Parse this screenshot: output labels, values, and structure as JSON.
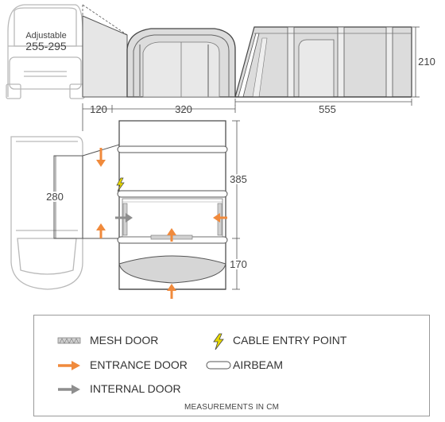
{
  "vehicle_label": {
    "caption": "Adjustable",
    "range": "255-295"
  },
  "dimensions": {
    "side_depth": "120",
    "front_width": "320",
    "total_length": "555",
    "height": "210",
    "vehicle_connection": "280",
    "bedroom_length": "385",
    "porch_length": "170"
  },
  "legend": {
    "mesh_door": "MESH DOOR",
    "cable_entry": "CABLE ENTRY POINT",
    "entrance_door": "ENTRANCE DOOR",
    "airbeam": "AIRBEAM",
    "internal_door": "INTERNAL DOOR"
  },
  "footer": "MEASUREMENTS IN CM",
  "colors": {
    "outline": "#555555",
    "light_outline": "#9a9a9a",
    "entrance_arrow": "#f08a3c",
    "internal_arrow": "#8e8e8e",
    "cable_icon": "#e8d900",
    "tent_fill": "#d8d8d8"
  },
  "icons": [
    "mesh-door-icon",
    "lightning-icon",
    "orange-arrow-icon",
    "airbeam-icon",
    "grey-arrow-icon"
  ]
}
